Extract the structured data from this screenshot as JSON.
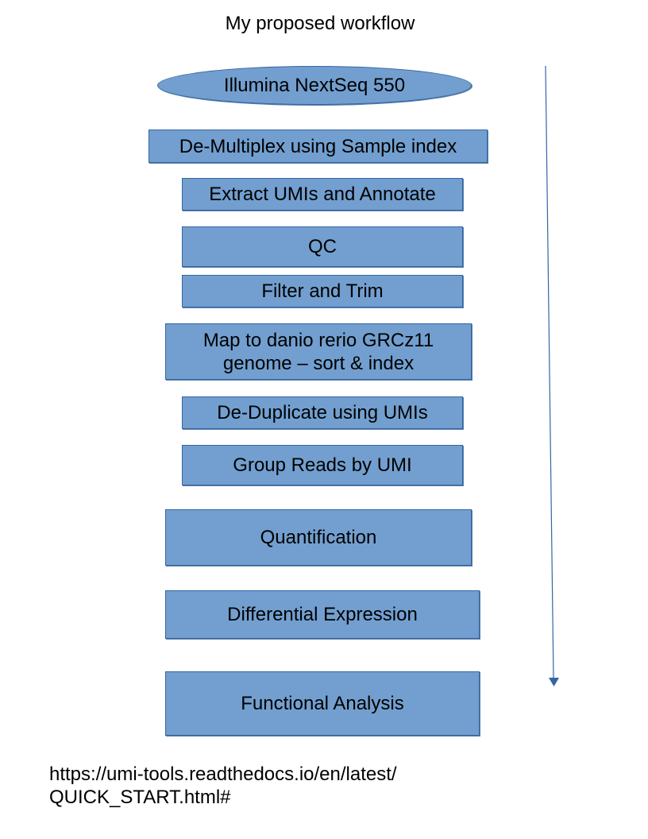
{
  "title": "My proposed workflow",
  "steps": [
    "Illumina NextSeq 550",
    "De-Multiplex using Sample index",
    "Extract UMIs and Annotate",
    "QC",
    "Filter and Trim",
    "Map to danio rerio GRCz11\ngenome – sort & index",
    "De-Duplicate using UMIs",
    "Group Reads by UMI",
    "Quantification",
    "Differential Expression",
    "Functional Analysis"
  ],
  "reference": {
    "line1": "https://umi-tools.readthedocs.io/en/latest/",
    "line2": "QUICK_START.html#"
  },
  "colors": {
    "box_fill": "#729fcf",
    "box_border": "#3465a4",
    "arrow": "#3465a4"
  }
}
